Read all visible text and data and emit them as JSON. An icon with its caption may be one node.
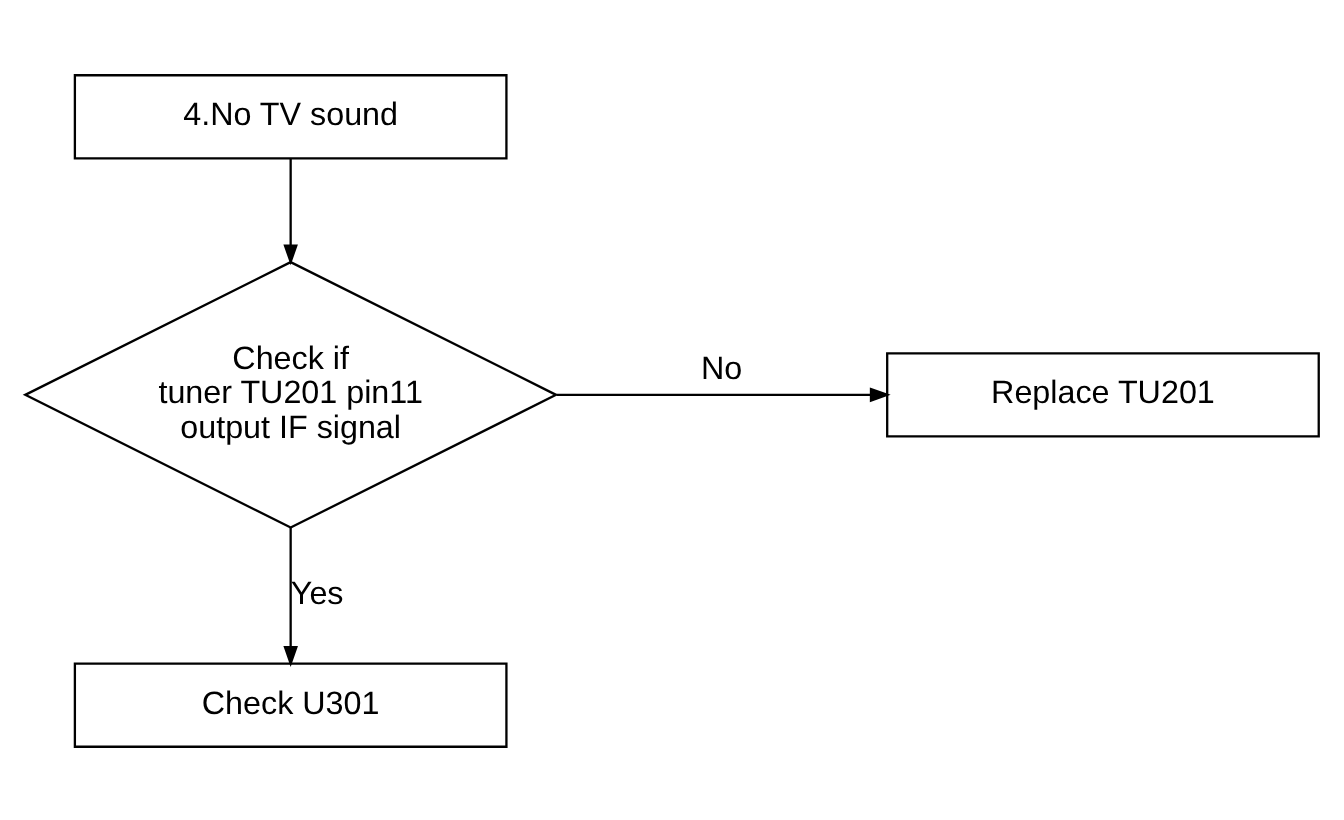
{
  "diagram": {
    "nodes": [
      {
        "text": [
          "4.No TV sound"
        ]
      },
      {
        "text": [
          "Check if tuner TU201 pin11 output IF signal"
        ]
      },
      {
        "text": [
          "Replace TU201"
        ]
      },
      {
        "text": [
          "Check U301"
        ]
      }
    ],
    "edges": [
      {
        "from": 0,
        "to": 1,
        "arrow": "to"
      },
      {
        "from": 1,
        "to": 2,
        "arrow": "to",
        "label": "No"
      },
      {
        "from": 1,
        "to": 3,
        "arrow": "to",
        "label": "Yes"
      }
    ]
  }
}
